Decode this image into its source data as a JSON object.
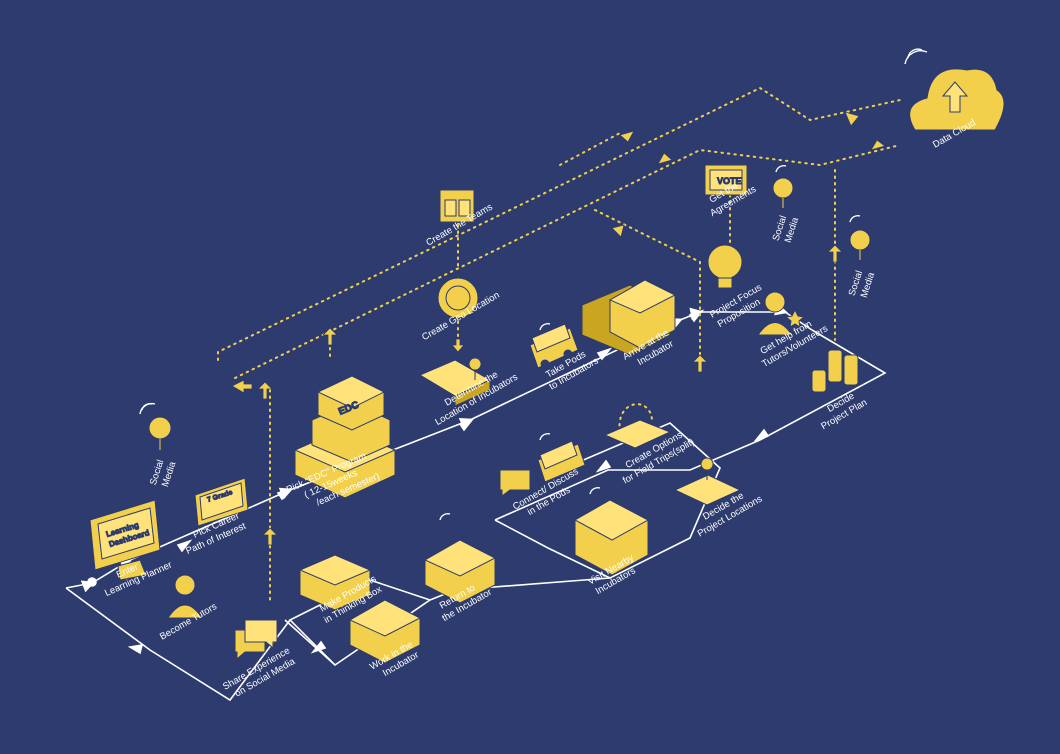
{
  "colors": {
    "background": "#2d3b6f",
    "accent": "#f2d04b",
    "accent_dark": "#c9a520",
    "line": "#ffffff"
  },
  "steps": {
    "enter": [
      "Enter",
      "Learning Planner"
    ],
    "pick_career": [
      "Pick Career",
      "Path of Interest"
    ],
    "pick_edc": [
      "Pick “EDC” Program",
      "( 12-15weeks",
      "/each semester)"
    ],
    "determine": [
      "Determine the",
      "Location of Incubators"
    ],
    "take_pods": [
      "Take Pods",
      "to Incubators"
    ],
    "arrive": [
      "Arrive at the",
      "Incubator"
    ],
    "project_focus": [
      "Project Focus",
      "Proposition"
    ],
    "get_help": [
      "Get help from",
      "Tutors/Volunteers"
    ],
    "decide_plan": [
      "Decide",
      "Project Plan"
    ],
    "create_options": [
      "Create  Options",
      "for Field Trips(split)"
    ],
    "connect": [
      "Connect/ Discuss",
      "in the Pods"
    ],
    "decide_locations": [
      "Decide the",
      "Project Locations"
    ],
    "visit": [
      "Visit  Nearby",
      "Incubators"
    ],
    "return": [
      "Return to",
      "the Incubator"
    ],
    "make_products": [
      "Make Products",
      "in Thinking Box"
    ],
    "work": [
      "Work in the",
      "Incubator"
    ],
    "share": [
      "Share Experience",
      "on Social Media"
    ],
    "become_tutors": [
      "Become Tutors"
    ],
    "create_teams": [
      "Create the Teams"
    ],
    "create_geo": [
      "Create Geo Location"
    ],
    "get_agreements": [
      "Get the",
      "Agreements"
    ],
    "data_cloud": [
      "Data Cloud"
    ],
    "social1": [
      "Social",
      "Media"
    ],
    "social2": [
      "Social",
      "Media"
    ],
    "social3": [
      "Social",
      "Media"
    ]
  },
  "icon_text": {
    "dashboard": [
      "Learning",
      "Dashboard"
    ],
    "grade": "7 Grade",
    "edc": "EDC",
    "vote": "VOTE"
  },
  "icons": [
    "monitor-icon",
    "certificate-icon",
    "blocks-icon",
    "map-pin-icon",
    "pod-icon",
    "warehouse-icon",
    "lightbulb-icon",
    "person-star-icon",
    "hands-icon",
    "map-options-icon",
    "chat-icon",
    "location-tile-icon",
    "team-card-icon",
    "geo-globe-icon",
    "vote-box-icon",
    "cloud-upload-icon",
    "balloon-icon",
    "person-gear-icon"
  ]
}
